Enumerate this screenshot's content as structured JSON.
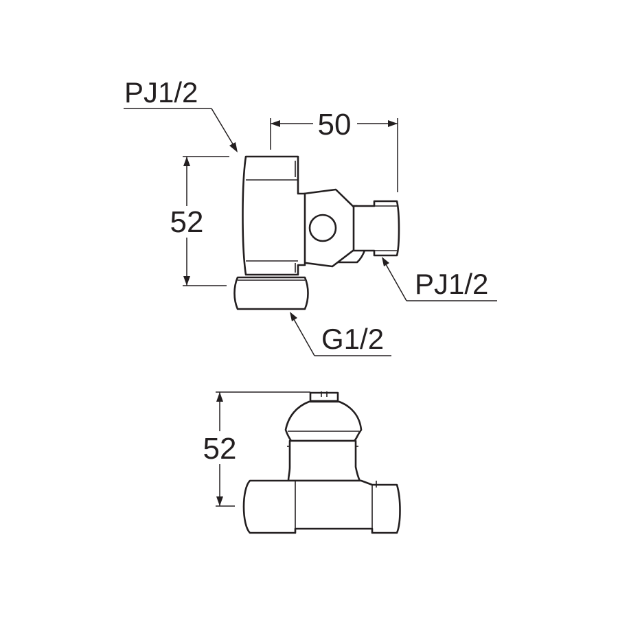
{
  "dimensions": {
    "top_width": "50",
    "top_height": "52",
    "side_height": "52"
  },
  "connections": {
    "top_inlet": "PJ1/2",
    "side_outlet": "PJ1/2",
    "bottom_nut": "G1/2"
  }
}
